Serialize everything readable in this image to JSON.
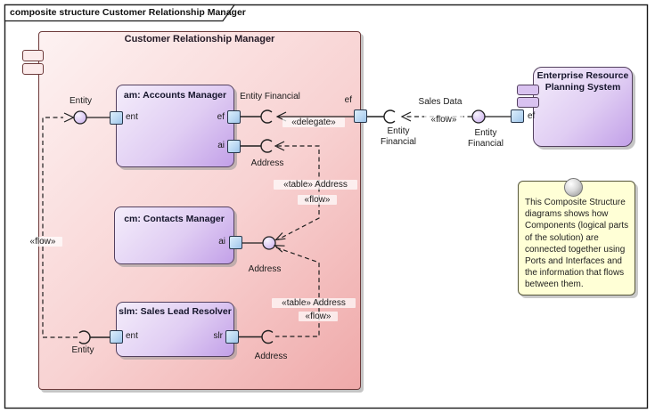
{
  "frame": {
    "title": "composite structure Customer Relationship Manager"
  },
  "crm": {
    "title": "Customer Relationship Manager",
    "port_ef": "ef"
  },
  "components": {
    "am": {
      "title": "am: Accounts Manager",
      "port_ent": "ent",
      "port_ef": "ef",
      "port_ai": "ai"
    },
    "cm": {
      "title": "cm: Contacts Manager",
      "port_ai": "ai"
    },
    "slm": {
      "title": "slm: Sales Lead Resolver",
      "port_ent": "ent",
      "port_slr": "slr"
    },
    "erp": {
      "title": "Enterprise Resource Planning System",
      "port_ef": "ef"
    }
  },
  "interfaces": {
    "entity": "Entity",
    "address": "Address",
    "entity_financial": "Entity Financial",
    "entity_word": "Entity",
    "financial_word": "Financial"
  },
  "connectors": {
    "delegate": "«delegate»",
    "flow": "«flow»",
    "table_address": "«table» Address",
    "sales_data": "Sales Data"
  },
  "note": {
    "text": "This Composite Structure diagrams shows how Components (logical parts of the solution) are connected together using Ports and Interfaces and the information that flows between them."
  },
  "colors": {
    "crm_fill_light": "#fdf2f2",
    "crm_fill_dark": "#efa9a9",
    "crm_border": "#6d3a3a",
    "component_fill_light": "#f4edfb",
    "component_fill_dark": "#c2a0e8",
    "component_border": "#53405e",
    "port_fill": "#b9d7f2",
    "ball_fill": "#d9c6f2",
    "note_fill": "#ffffd6",
    "line": "#1f1f1f"
  }
}
